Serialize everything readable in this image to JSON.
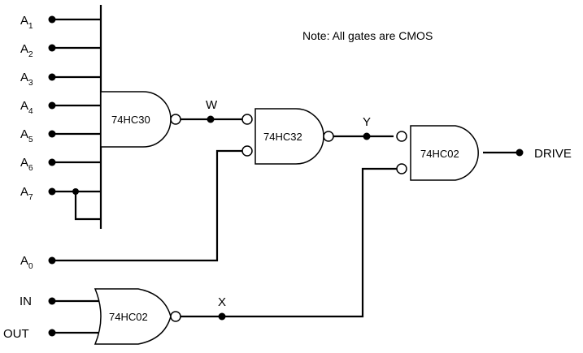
{
  "note": "Note:  All gates are CMOS",
  "inputs": {
    "a1": {
      "base": "A",
      "sub": "1"
    },
    "a2": {
      "base": "A",
      "sub": "2"
    },
    "a3": {
      "base": "A",
      "sub": "3"
    },
    "a4": {
      "base": "A",
      "sub": "4"
    },
    "a5": {
      "base": "A",
      "sub": "5"
    },
    "a6": {
      "base": "A",
      "sub": "6"
    },
    "a7": {
      "base": "A",
      "sub": "7"
    },
    "a0": {
      "base": "A",
      "sub": "0"
    },
    "in": "IN",
    "out": "OUT"
  },
  "gates": {
    "nand8": "74HC30",
    "or_y": "74HC32",
    "nor_drive": "74HC02",
    "nor_x": "74HC02"
  },
  "nodes": {
    "w": "W",
    "y": "Y",
    "x": "X"
  },
  "output": "DRIVE"
}
